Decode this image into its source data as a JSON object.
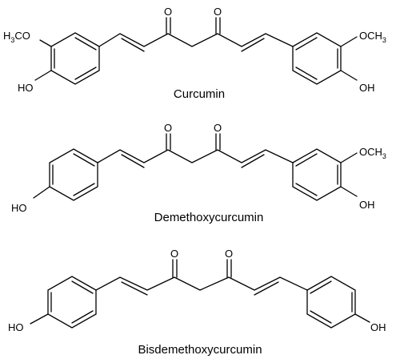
{
  "molecules": [
    {
      "name": "Curcumin",
      "left_ring": {
        "substituents": {
          "methoxy": [
            "H",
            "3",
            "CO"
          ],
          "hydroxy": "HO"
        }
      },
      "right_ring": {
        "substituents": {
          "methoxy": [
            "OCH",
            "3"
          ],
          "hydroxy": "OH"
        }
      },
      "carbonyls": [
        "O",
        "O"
      ]
    },
    {
      "name": "Demethoxycurcumin",
      "left_ring": {
        "substituents": {
          "hydroxy": "HO"
        }
      },
      "right_ring": {
        "substituents": {
          "methoxy": [
            "OCH",
            "3"
          ],
          "hydroxy": "OH"
        }
      },
      "carbonyls": [
        "O",
        "O"
      ]
    },
    {
      "name": "Bisdemethoxycurcumin",
      "left_ring": {
        "substituents": {
          "hydroxy": "HO"
        }
      },
      "right_ring": {
        "substituents": {
          "hydroxy": "OH"
        }
      },
      "carbonyls": [
        "O",
        "O"
      ]
    }
  ]
}
